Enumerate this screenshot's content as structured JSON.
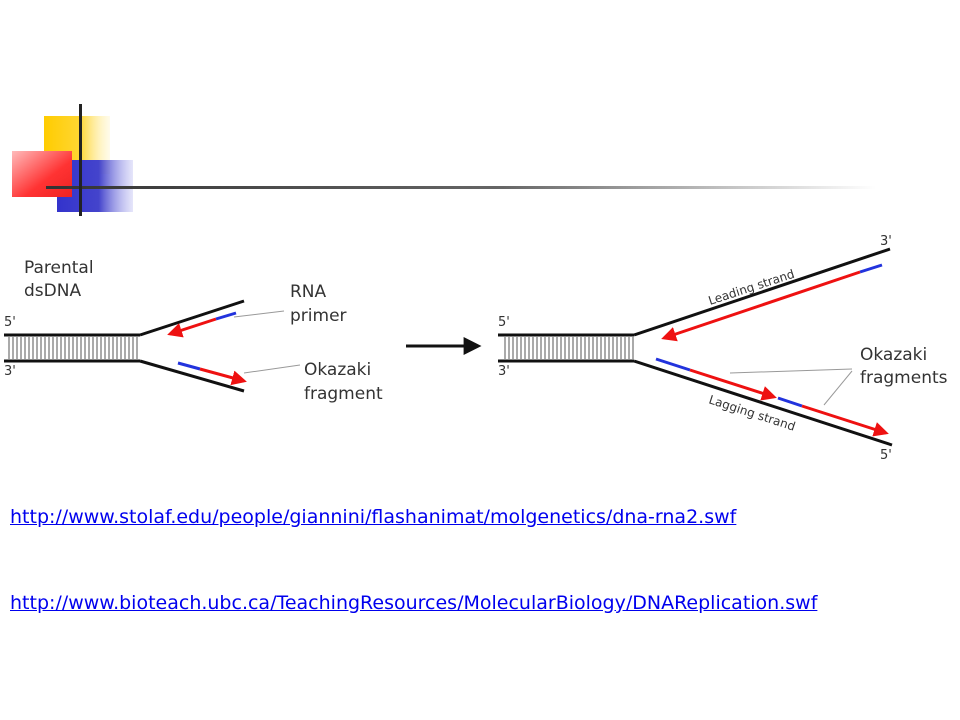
{
  "slide": {
    "decoration": {
      "yellow": "#FFCC00",
      "red": "#FF3333",
      "blue": "#3333CC",
      "rule": "#333333"
    }
  },
  "diagram": {
    "left_panel": {
      "parental_label_line1": "Parental",
      "parental_label_line2": "dsDNA",
      "five_prime": "5'",
      "three_prime": "3'",
      "rna_primer_line1": "RNA",
      "rna_primer_line2": "primer",
      "okazaki_line1": "Okazaki",
      "okazaki_line2": "fragment"
    },
    "right_panel": {
      "five_prime_left": "5'",
      "three_prime_left": "3'",
      "three_prime_top": "3'",
      "five_prime_bottom": "5'",
      "leading_strand": "Leading strand",
      "lagging_strand": "Lagging strand",
      "okazaki_line1": "Okazaki",
      "okazaki_line2": "fragments"
    },
    "colors": {
      "strand": "#111111",
      "new_strand": "#EE1111",
      "primer": "#2233DD",
      "pointer": "#999999"
    }
  },
  "links": [
    {
      "text": "http://www.stolaf.edu/people/giannini/flashanimat/molgenetics/dna-rna2.swf"
    },
    {
      "text": "http://www.bioteach.ubc.ca/TeachingResources/MolecularBiology/DNAReplication.swf"
    }
  ]
}
